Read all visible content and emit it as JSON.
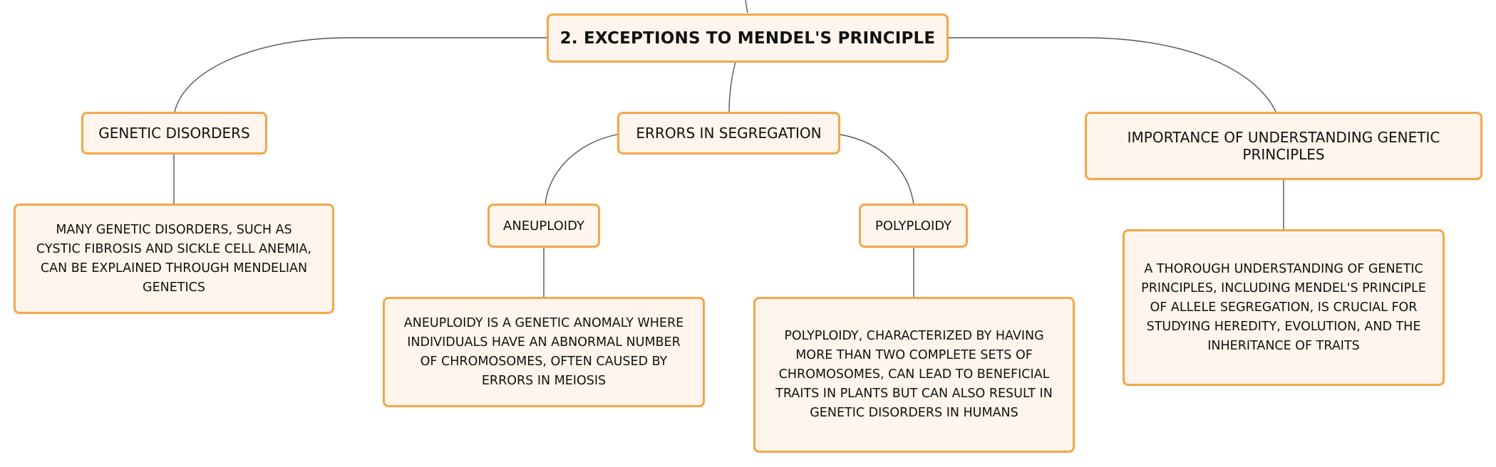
{
  "map": {
    "root": {
      "title": "2. EXCEPTIONS TO MENDEL'S PRINCIPLE"
    },
    "genetic_disorders": {
      "title": "GENETIC DISORDERS",
      "detail": "MANY GENETIC DISORDERS, SUCH AS CYSTIC FIBROSIS AND SICKLE CELL ANEMIA, CAN BE EXPLAINED THROUGH MENDELIAN GENETICS"
    },
    "errors_in_segregation": {
      "title": "ERRORS IN SEGREGATION",
      "aneuploidy": {
        "title": "ANEUPLOIDY",
        "detail": "ANEUPLOIDY IS A GENETIC ANOMALY WHERE INDIVIDUALS HAVE AN ABNORMAL NUMBER OF CHROMOSOMES, OFTEN CAUSED BY ERRORS IN MEIOSIS"
      },
      "polyploidy": {
        "title": "POLYPLOIDY",
        "detail": "POLYPLOIDY, CHARACTERIZED BY HAVING MORE THAN TWO COMPLETE SETS OF CHROMOSOMES, CAN LEAD TO BENEFICIAL TRAITS IN PLANTS BUT CAN ALSO RESULT IN GENETIC DISORDERS IN HUMANS"
      }
    },
    "importance": {
      "title": "IMPORTANCE OF UNDERSTANDING GENETIC PRINCIPLES",
      "detail": "A THOROUGH UNDERSTANDING OF GENETIC PRINCIPLES, INCLUDING MENDEL'S PRINCIPLE OF ALLELE SEGREGATION, IS CRUCIAL FOR STUDYING HEREDITY, EVOLUTION, AND THE INHERITANCE OF TRAITS"
    }
  },
  "colors": {
    "node_border": "#f2a84a",
    "node_fill": "#fff5ec",
    "connector": "#555555",
    "text": "#111111"
  }
}
